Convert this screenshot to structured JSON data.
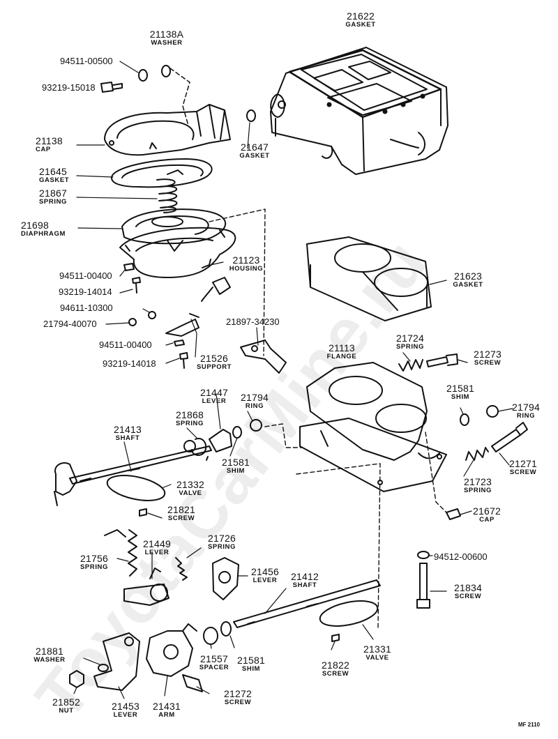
{
  "watermark": "ToyotaCarMine.ru",
  "footer_code": "MF 2110",
  "labels": {
    "l21622": {
      "num": "21622",
      "desc": "GASKET"
    },
    "l21138a": {
      "num": "21138A",
      "desc": "WASHER"
    },
    "l21138": {
      "num": "21138",
      "desc": "CAP"
    },
    "l21645": {
      "num": "21645",
      "desc": "GASKET"
    },
    "l21867": {
      "num": "21867",
      "desc": "SPRING"
    },
    "l21698": {
      "num": "21698",
      "desc": "DIAPHRAGM"
    },
    "l21647": {
      "num": "21647",
      "desc": "GASKET"
    },
    "l21123": {
      "num": "21123",
      "desc": "HOUSING"
    },
    "l21623": {
      "num": "21623",
      "desc": "GASKET"
    },
    "l21526": {
      "num": "21526",
      "desc": "SUPPORT"
    },
    "l21113": {
      "num": "21113",
      "desc": "FLANGE"
    },
    "l21724": {
      "num": "21724",
      "desc": "SPRING"
    },
    "l21273": {
      "num": "21273",
      "desc": "SCREW"
    },
    "l21447": {
      "num": "21447",
      "desc": "LEVER"
    },
    "l21794a": {
      "num": "21794",
      "desc": "RING"
    },
    "l21868": {
      "num": "21868",
      "desc": "SPRING"
    },
    "l21413": {
      "num": "21413",
      "desc": "SHAFT"
    },
    "l21581a": {
      "num": "21581",
      "desc": "SHIM"
    },
    "l21581b": {
      "num": "21581",
      "desc": "SHIM"
    },
    "l21794b": {
      "num": "21794",
      "desc": "RING"
    },
    "l21332": {
      "num": "21332",
      "desc": "VALVE"
    },
    "l21271": {
      "num": "21271",
      "desc": "SCREW"
    },
    "l21723": {
      "num": "21723",
      "desc": "SPRING"
    },
    "l21821": {
      "num": "21821",
      "desc": "SCREW"
    },
    "l21672": {
      "num": "21672",
      "desc": "CAP"
    },
    "l21726": {
      "num": "21726",
      "desc": "SPRING"
    },
    "l21449": {
      "num": "21449",
      "desc": "LEVER"
    },
    "l21756": {
      "num": "21756",
      "desc": "SPRING"
    },
    "l21456": {
      "num": "21456",
      "desc": "LEVER"
    },
    "l21412": {
      "num": "21412",
      "desc": "SHAFT"
    },
    "l21834": {
      "num": "21834",
      "desc": "SCREW"
    },
    "l21881": {
      "num": "21881",
      "desc": "WASHER"
    },
    "l21557": {
      "num": "21557",
      "desc": "SPACER"
    },
    "l21581c": {
      "num": "21581",
      "desc": "SHIM"
    },
    "l21822": {
      "num": "21822",
      "desc": "SCREW"
    },
    "l21331": {
      "num": "21331",
      "desc": "VALVE"
    },
    "l21852": {
      "num": "21852",
      "desc": "NUT"
    },
    "l21453": {
      "num": "21453",
      "desc": "LEVER"
    },
    "l21431": {
      "num": "21431",
      "desc": "ARM"
    },
    "l21272": {
      "num": "21272",
      "desc": "SCREW"
    }
  },
  "part_numbers": {
    "p9451100500": "94511-00500",
    "p9321915018": "93219-15018",
    "p9451100400a": "94511-00400",
    "p9321914014": "93219-14014",
    "p9461110300": "94611-10300",
    "p2179440070": "21794-40070",
    "p9451100400b": "94511-00400",
    "p9321914018": "93219-14018",
    "p2189734230": "21897-34230",
    "p9451200600": "94512-00600"
  }
}
